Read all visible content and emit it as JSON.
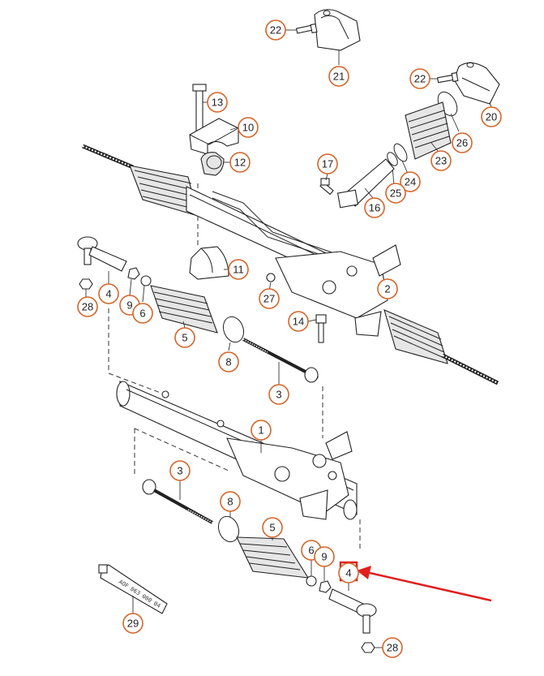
{
  "accent_color": "#d4652a",
  "highlight_color": "#e0201f",
  "tube_label": "AOF 063 000 04",
  "callouts": [
    {
      "id": "c22a",
      "label": "22"
    },
    {
      "id": "c21",
      "label": "21"
    },
    {
      "id": "c22b",
      "label": "22"
    },
    {
      "id": "c20",
      "label": "20"
    },
    {
      "id": "c13",
      "label": "13"
    },
    {
      "id": "c10",
      "label": "10"
    },
    {
      "id": "c12",
      "label": "12"
    },
    {
      "id": "c26",
      "label": "26"
    },
    {
      "id": "c23",
      "label": "23"
    },
    {
      "id": "c17",
      "label": "17"
    },
    {
      "id": "c24",
      "label": "24"
    },
    {
      "id": "c25",
      "label": "25"
    },
    {
      "id": "c16",
      "label": "16"
    },
    {
      "id": "c11",
      "label": "11"
    },
    {
      "id": "c2",
      "label": "2"
    },
    {
      "id": "c27",
      "label": "27"
    },
    {
      "id": "c14",
      "label": "14"
    },
    {
      "id": "c4a",
      "label": "4"
    },
    {
      "id": "c9a",
      "label": "9"
    },
    {
      "id": "c6a",
      "label": "6"
    },
    {
      "id": "c28a",
      "label": "28"
    },
    {
      "id": "c5a",
      "label": "5"
    },
    {
      "id": "c8a",
      "label": "8"
    },
    {
      "id": "c3a",
      "label": "3"
    },
    {
      "id": "c1",
      "label": "1"
    },
    {
      "id": "c3b",
      "label": "3"
    },
    {
      "id": "c8b",
      "label": "8"
    },
    {
      "id": "c5b",
      "label": "5"
    },
    {
      "id": "c6b",
      "label": "6"
    },
    {
      "id": "c9b",
      "label": "9"
    },
    {
      "id": "c4b",
      "label": "4"
    },
    {
      "id": "c29",
      "label": "29"
    },
    {
      "id": "c28b",
      "label": "28"
    }
  ]
}
